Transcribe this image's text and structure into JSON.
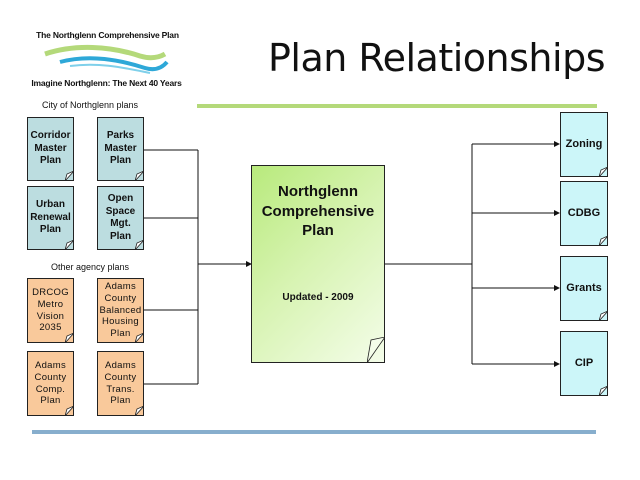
{
  "slide": {
    "title": "Plan Relationships",
    "logo": {
      "top_text": "The Northglenn Comprehensive Plan",
      "bottom_text": "Imagine Northglenn: The Next 40 Years",
      "icon": "swoosh-logo-icon"
    },
    "colors": {
      "title_rule": "#b4d97a",
      "bottom_rule": "#87aecd",
      "city_plan_fill": "#bcdde0",
      "agency_plan_fill": "#f9c99b",
      "output_fill": "#ccf6f9",
      "center_fill_start": "#b8ea7c",
      "center_fill_end": "#f4fde9"
    }
  },
  "inputs": {
    "city_label": "City of Northglenn plans",
    "city_plans": [
      {
        "label": "Corridor\nMaster\nPlan"
      },
      {
        "label": "Parks\nMaster\nPlan"
      },
      {
        "label": "Urban\nRenewal\nPlan"
      },
      {
        "label": "Open\nSpace\nMgt.\nPlan"
      }
    ],
    "agency_label": "Other agency plans",
    "agency_plans": [
      {
        "label": "DRCOG\nMetro\nVision\n2035"
      },
      {
        "label": "Adams\nCounty\nBalanced\nHousing\nPlan"
      },
      {
        "label": "Adams\nCounty\nComp.\nPlan"
      },
      {
        "label": "Adams\nCounty\nTrans.\nPlan"
      }
    ]
  },
  "center": {
    "title": "Northglenn\nComprehensive\nPlan",
    "subtitle": "Updated - 2009"
  },
  "outputs": [
    {
      "label": "Zoning"
    },
    {
      "label": "CDBG"
    },
    {
      "label": "Grants"
    },
    {
      "label": "CIP"
    }
  ]
}
